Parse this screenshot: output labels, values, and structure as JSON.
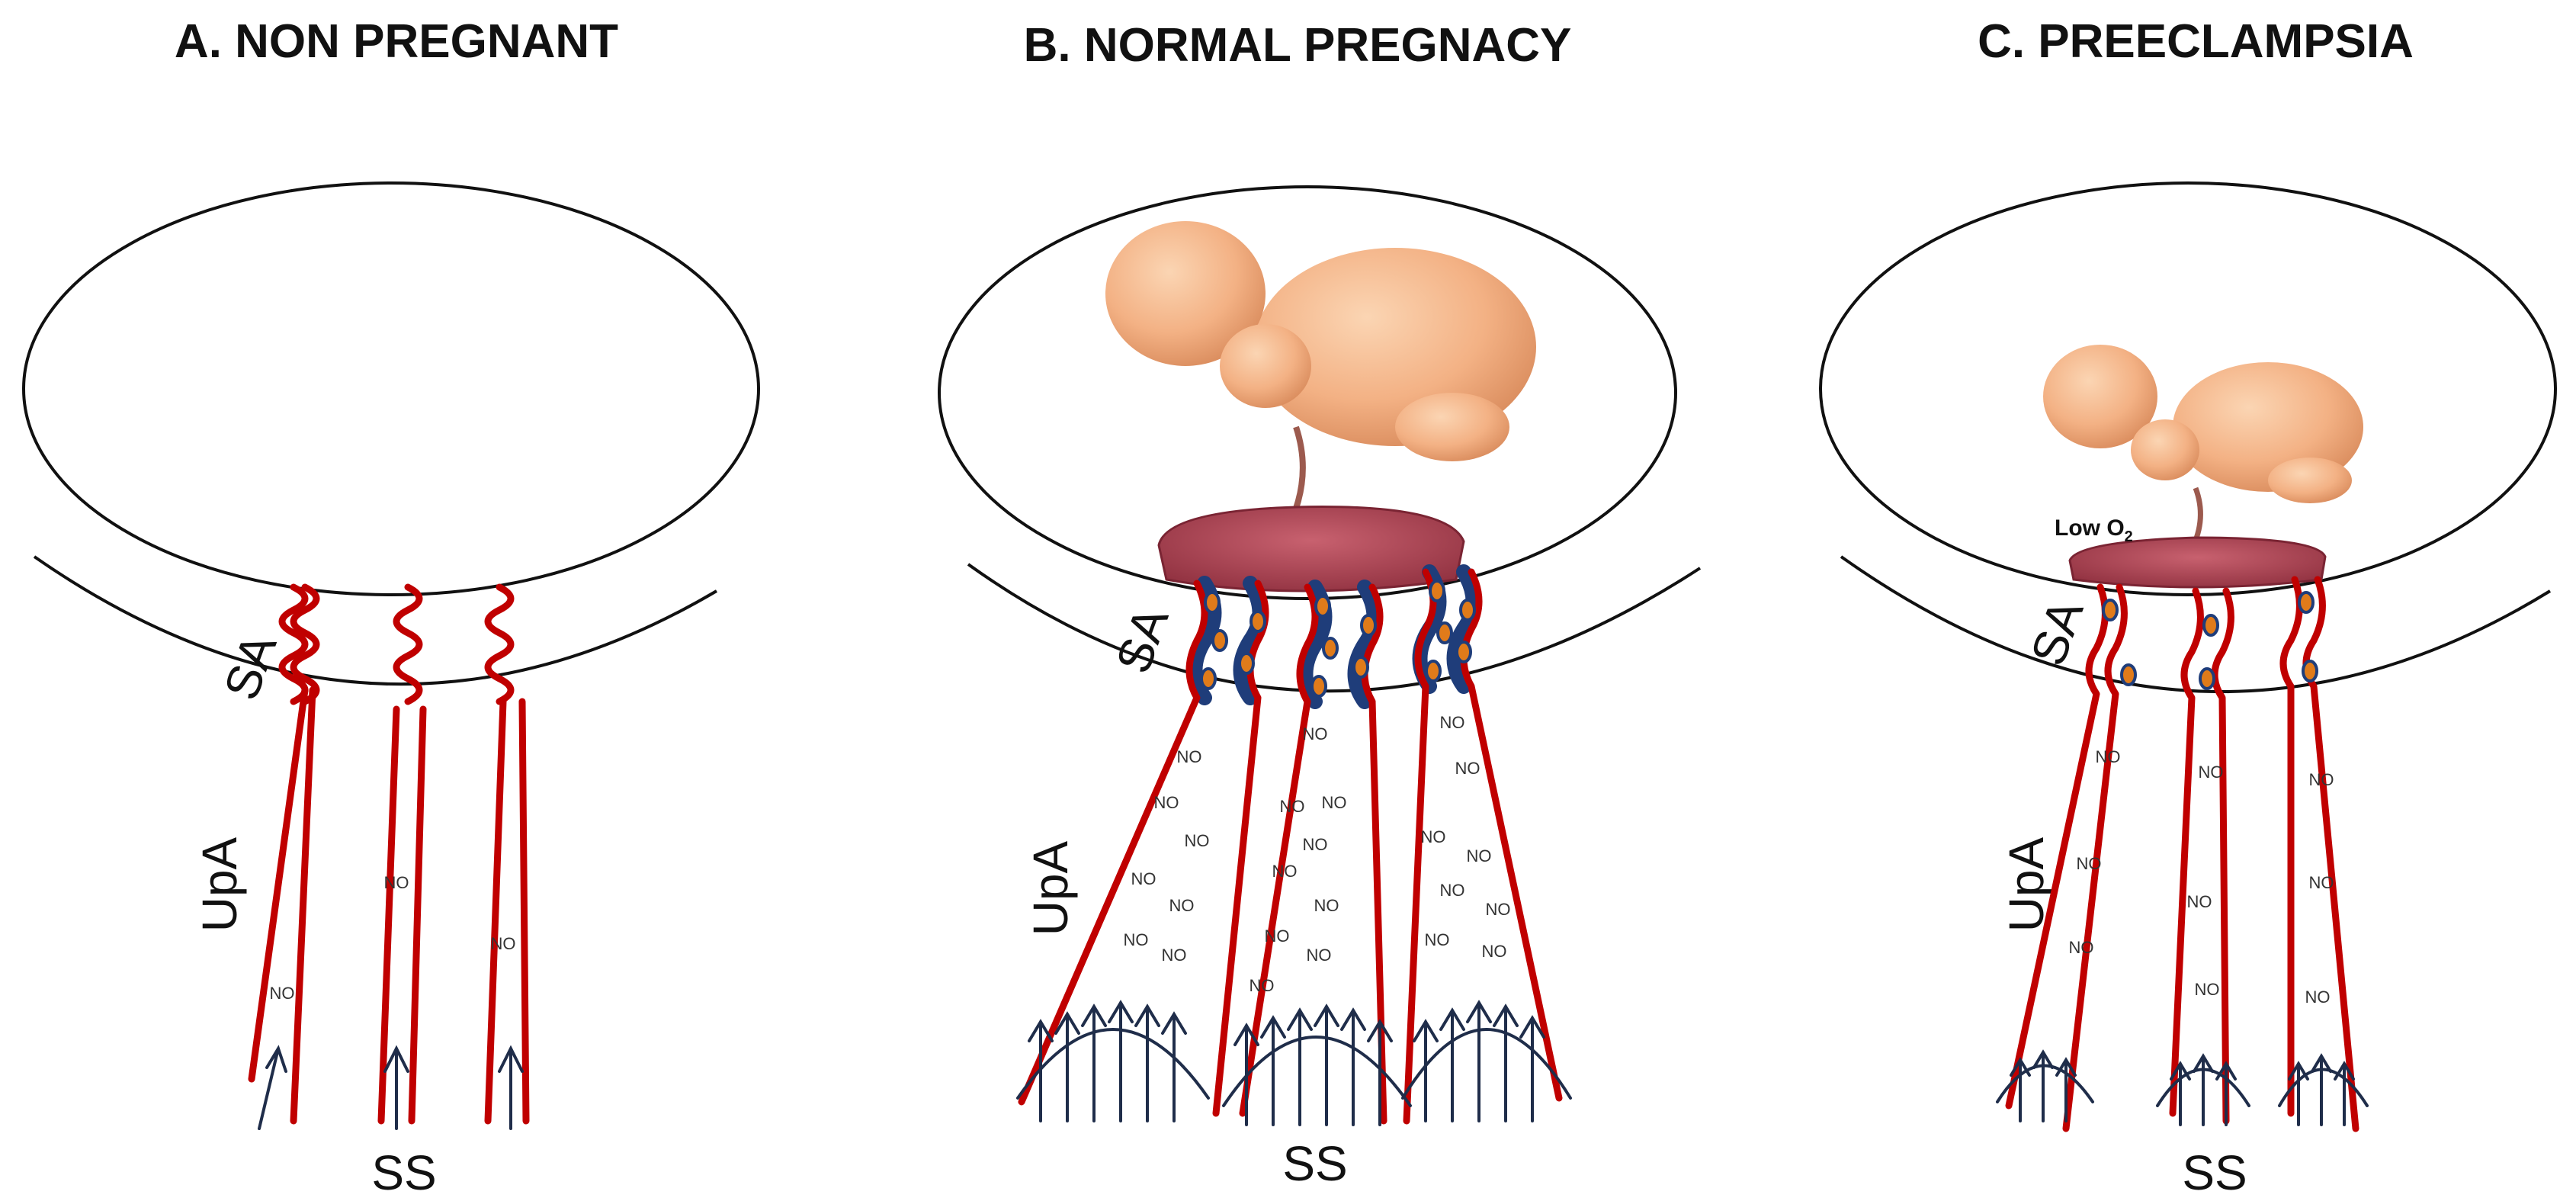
{
  "panels": [
    {
      "id": "A",
      "title": "A. NON PREGNANT",
      "sa_label": "SA",
      "upa_label": "UpA",
      "ss_label": "SS",
      "no_label": "NO"
    },
    {
      "id": "B",
      "title": "B. NORMAL PREGNACY",
      "sa_label": "SA",
      "upa_label": "UpA",
      "ss_label": "SS",
      "no_label": "NO"
    },
    {
      "id": "C",
      "title": "C. PREECLAMPSIA",
      "sa_label": "SA",
      "upa_label": "UpA",
      "ss_label": "SS",
      "no_label": "NO",
      "low_o2_label": "Low O",
      "low_o2_subscript": "2"
    }
  ],
  "colors": {
    "vessel": "#c00000",
    "arrow": "#1f2d4a",
    "trophoblast_fill": "#e07b1a",
    "trophoblast_outline": "#1f3d7a",
    "placenta": "#b5485a",
    "fetus_skin": "#f4b98c"
  }
}
